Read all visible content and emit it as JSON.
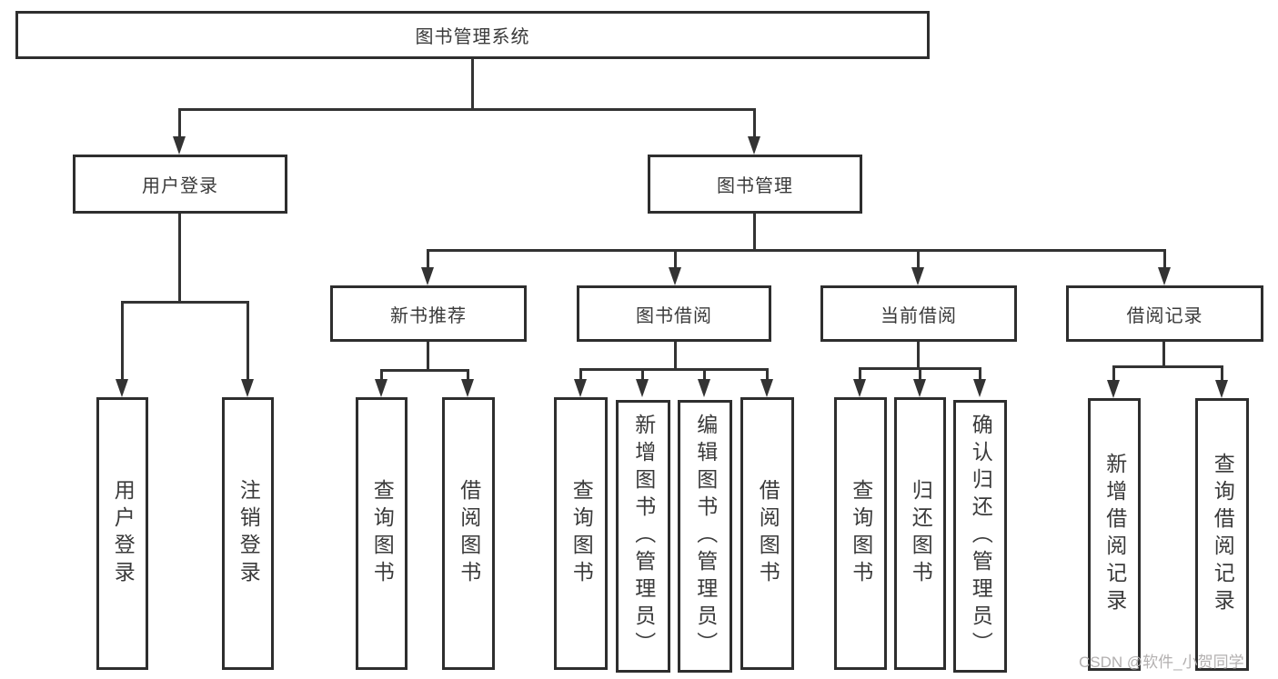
{
  "diagram": {
    "watermark": "CSDN @软件_小贺同学",
    "line_color": "#333333",
    "border_color": "#2e2e2e",
    "tree": {
      "root": {
        "label": "图书管理系统"
      },
      "user_login": {
        "label": "用户登录",
        "leaves": [
          "用户登录",
          "注销登录"
        ]
      },
      "book_management": {
        "label": "图书管理",
        "children": [
          {
            "label": "新书推荐",
            "leaves": [
              "查询图书",
              "借阅图书"
            ]
          },
          {
            "label": "图书借阅",
            "leaves": [
              "查询图书",
              "新增图书（管理员）",
              "编辑图书（管理员）",
              "借阅图书"
            ]
          },
          {
            "label": "当前借阅",
            "leaves": [
              "查询图书",
              "归还图书",
              "确认归还（管理员）"
            ]
          },
          {
            "label": "借阅记录",
            "leaves": [
              "新增借阅记录",
              "查询借阅记录"
            ]
          }
        ]
      }
    }
  }
}
